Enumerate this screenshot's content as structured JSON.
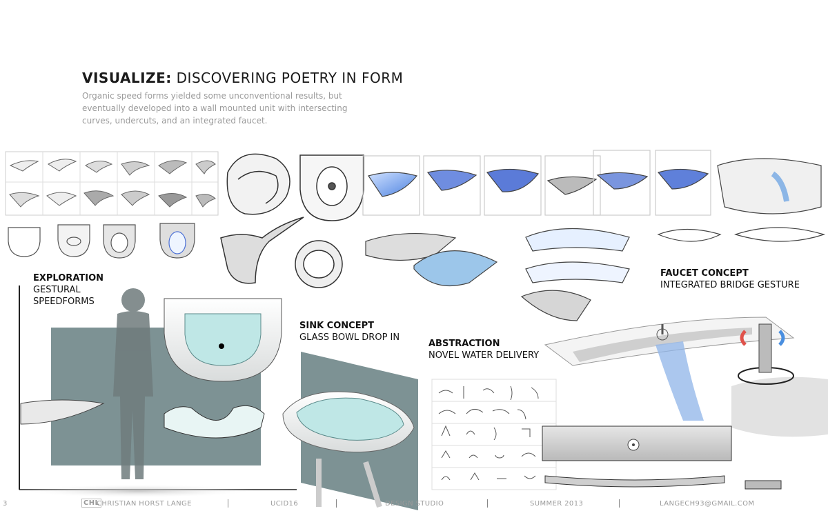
{
  "header": {
    "title_bold": "VISUALIZE:",
    "title_rest": " DISCOVERING POETRY IN FORM",
    "description": "Organic speed forms yielded some unconventional results, but eventually developed into a wall mounted unit with intersecting curves, undercuts, and an integrated faucet."
  },
  "sections": {
    "exploration": {
      "heading": "EXPLORATION",
      "line1": "GESTURAL",
      "line2": "SPEEDFORMS"
    },
    "sink": {
      "heading": "SINK CONCEPT",
      "line1": "GLASS BOWL DROP IN"
    },
    "abstraction": {
      "heading": "ABSTRACTION",
      "line1": "NOVEL WATER DELIVERY"
    },
    "faucet": {
      "heading": "FAUCET CONCEPT",
      "line1": "INTEGRATED BRIDGE GESTURE"
    }
  },
  "footer": {
    "page_number": "3",
    "logo": "CHL",
    "author": "CHRISTIAN HORST LANGE",
    "course": "UCID16",
    "studio": "DESIGN STUDIO",
    "term": "SUMMER 2013",
    "email": "LANGECH93@GMAIL.COM"
  },
  "colors": {
    "wall": "#7d9294",
    "glass": "#bfe7e6",
    "sketch_blue": "#4a6fd6",
    "water": "#8fb4e8",
    "hot": "#e0524b"
  }
}
